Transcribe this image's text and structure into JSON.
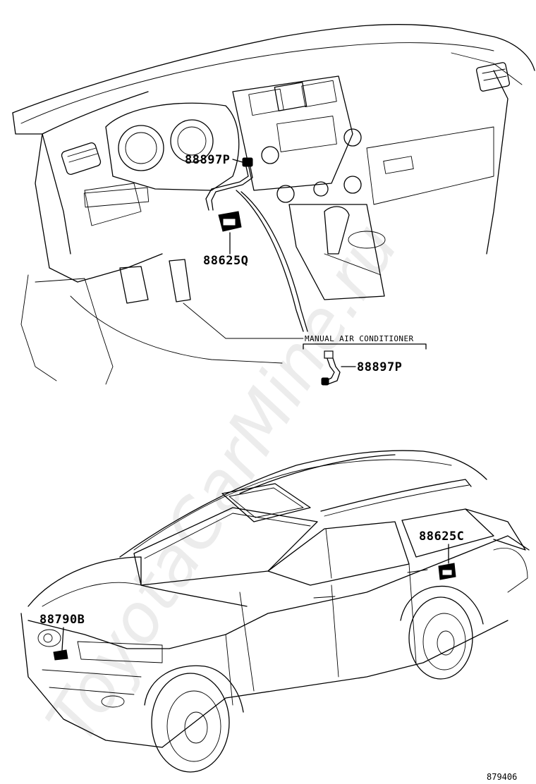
{
  "watermark": "ToyotaCarMine.ru",
  "top_diagram": {
    "callouts": [
      {
        "id": "sensor-88897p-upper",
        "label": "88897P"
      },
      {
        "id": "sensor-88625q",
        "label": "88625Q"
      },
      {
        "id": "sensor-88897p-lower",
        "label": "88897P"
      }
    ],
    "group_header": "MANUAL AIR CONDITIONER"
  },
  "bottom_diagram": {
    "callouts": [
      {
        "id": "sensor-88625c",
        "label": "88625C"
      },
      {
        "id": "sensor-88790b",
        "label": "88790B"
      }
    ]
  },
  "figure_number": "879406"
}
